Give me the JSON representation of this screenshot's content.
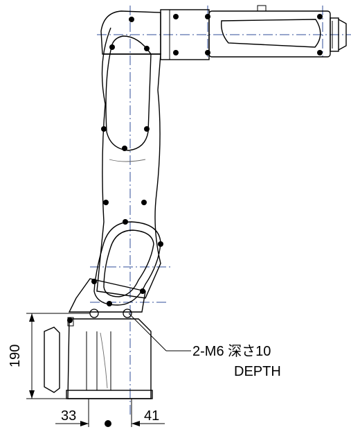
{
  "dimensions": {
    "height_value": "190",
    "left_offset": "33",
    "right_offset": "41"
  },
  "callout": {
    "line1": "2-M6 深さ10",
    "line2": "DEPTH"
  },
  "colors": {
    "outline": "#000000",
    "centerline": "#2f4d9a"
  }
}
